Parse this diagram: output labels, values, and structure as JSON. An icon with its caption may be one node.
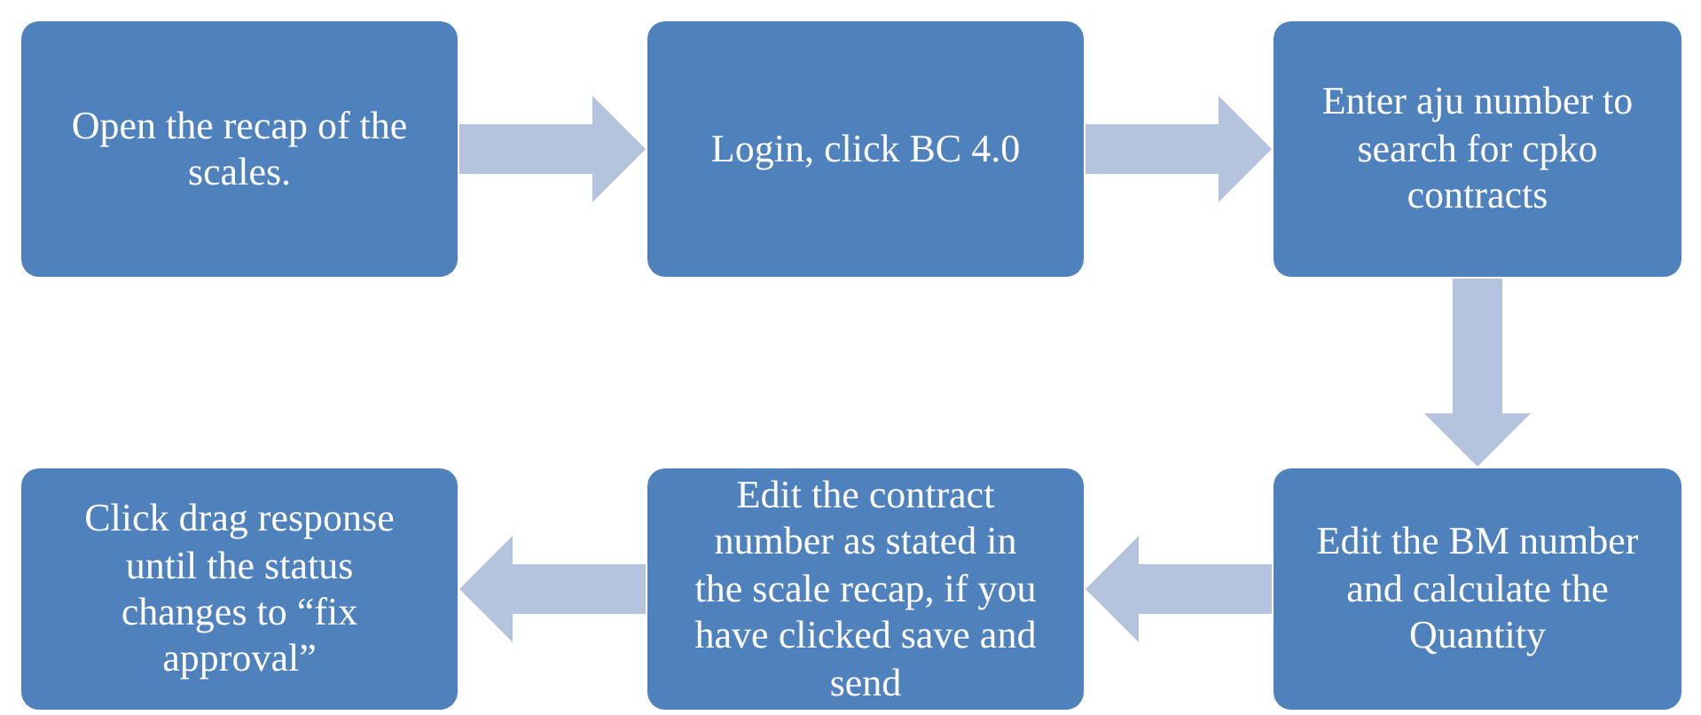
{
  "diagram": {
    "nodes": [
      {
        "text": [
          "Open the recap of the scales."
        ]
      },
      {
        "text": [
          "Login, click BC 4.0"
        ]
      },
      {
        "text": [
          "Enter aju number to search for cpko contracts"
        ]
      },
      {
        "text": [
          "Edit the BM number and calculate the Quantity"
        ]
      },
      {
        "text": [
          "Edit the contract number as stated in the scale recap, if you have clicked save and send"
        ]
      },
      {
        "text": [
          "Click drag response until the status changes to “fix approval”"
        ]
      }
    ],
    "edges": [
      {
        "from": 0,
        "to": 1,
        "arrow": "to"
      },
      {
        "from": 1,
        "to": 2,
        "arrow": "to"
      },
      {
        "from": 2,
        "to": 3,
        "arrow": "to"
      },
      {
        "from": 3,
        "to": 4,
        "arrow": "to"
      },
      {
        "from": 4,
        "to": 5,
        "arrow": "to"
      }
    ]
  }
}
